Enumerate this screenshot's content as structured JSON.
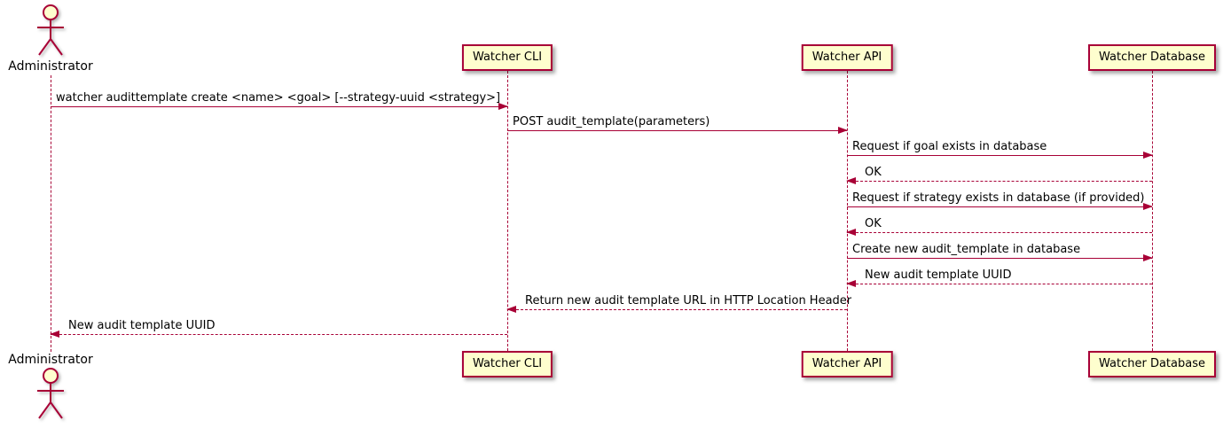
{
  "diagram_type": "sequence-diagram",
  "colors": {
    "participant_fill": "#fefece",
    "line_stroke": "#a80036",
    "text": "#000000",
    "background": "#ffffff"
  },
  "participants": [
    {
      "name": "Administrator",
      "type": "actor"
    },
    {
      "name": "Watcher CLI",
      "type": "participant"
    },
    {
      "name": "Watcher API",
      "type": "participant"
    },
    {
      "name": "Watcher Database",
      "type": "participant"
    }
  ],
  "messages": [
    {
      "from": "Administrator",
      "to": "Watcher CLI",
      "style": "solid",
      "label": "watcher audittemplate create <name> <goal> [--strategy-uuid <strategy>]"
    },
    {
      "from": "Watcher CLI",
      "to": "Watcher API",
      "style": "solid",
      "label": "POST audit_template(parameters)"
    },
    {
      "from": "Watcher API",
      "to": "Watcher Database",
      "style": "solid",
      "label": "Request if goal exists in database"
    },
    {
      "from": "Watcher Database",
      "to": "Watcher API",
      "style": "dashed",
      "label": "OK"
    },
    {
      "from": "Watcher API",
      "to": "Watcher Database",
      "style": "solid",
      "label": "Request if strategy exists in database (if provided)"
    },
    {
      "from": "Watcher Database",
      "to": "Watcher API",
      "style": "dashed",
      "label": "OK"
    },
    {
      "from": "Watcher API",
      "to": "Watcher Database",
      "style": "solid",
      "label": "Create new audit_template in database"
    },
    {
      "from": "Watcher Database",
      "to": "Watcher API",
      "style": "dashed",
      "label": "New audit template UUID"
    },
    {
      "from": "Watcher API",
      "to": "Watcher CLI",
      "style": "dashed",
      "label": "Return new audit template URL in HTTP Location Header"
    },
    {
      "from": "Watcher CLI",
      "to": "Administrator",
      "style": "dashed",
      "label": "New audit template UUID"
    }
  ]
}
